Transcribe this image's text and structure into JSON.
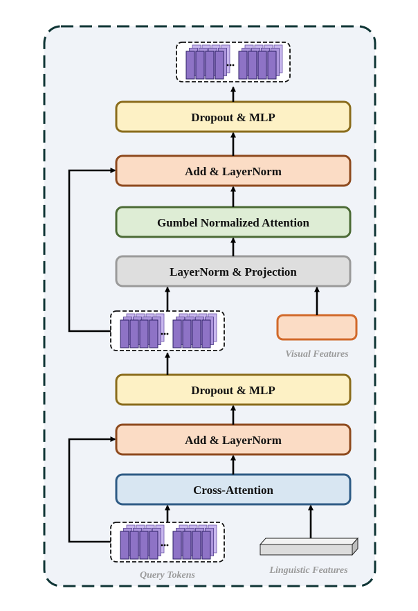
{
  "blocks": {
    "dropout_mlp_top": "Dropout & MLP",
    "add_layernorm_top": "Add & LayerNorm",
    "gumbel_attention": "Gumbel Normalized Attention",
    "layernorm_projection": "LayerNorm & Projection",
    "dropout_mlp_bottom": "Dropout & MLP",
    "add_layernorm_bottom": "Add & LayerNorm",
    "cross_attention": "Cross-Attention"
  },
  "captions": {
    "visual_features": "Visual Features",
    "query_tokens": "Query Tokens",
    "linguistic_features": "Linguistic Features"
  },
  "colors": {
    "yellow_fill": "#fdf1c5",
    "yellow_stroke": "#8a6c1c",
    "orange_fill": "#fbdcc5",
    "orange_stroke": "#8e4a1e",
    "green_fill": "#deedd5",
    "green_stroke": "#4b6a35",
    "gray_fill": "#dedede",
    "gray_stroke": "#9a9a9a",
    "blue_fill": "#d8e6f2",
    "blue_stroke": "#2e5b85",
    "token_front": "#8e73c6",
    "token_back": "#c9b8ee",
    "frame_stroke": "#0f3535",
    "frame_fill": "#f0f3f8"
  }
}
